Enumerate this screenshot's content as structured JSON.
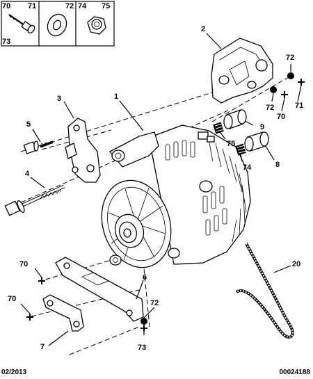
{
  "inset_labels": [
    "70",
    "71",
    "73",
    "72",
    "74",
    "75"
  ],
  "callouts": [
    "1",
    "2",
    "3",
    "4",
    "5",
    "6",
    "7",
    "8",
    "9",
    "20",
    "70",
    "70",
    "70",
    "71",
    "72",
    "72",
    "72",
    "73",
    "74",
    "75"
  ],
  "footer": {
    "date": "02/2013",
    "ref": "00024188"
  }
}
